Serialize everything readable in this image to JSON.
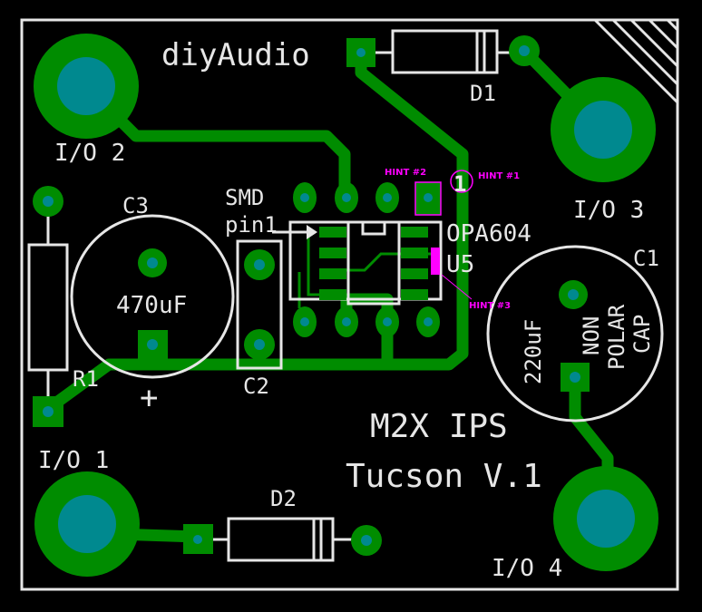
{
  "colors": {
    "background": "#000000",
    "copper": "#008c00",
    "drill": "#00898f",
    "silkscreen": "#e6e6e6",
    "hint": "#ff00ff",
    "outline": "#e6e6e6"
  },
  "labels": {
    "brand": "diyAudio",
    "io1": "I/O 1",
    "io2": "I/O 2",
    "io3": "I/O 3",
    "io4": "I/O 4",
    "d1": "D1",
    "d2": "D2",
    "c1": "C1",
    "c2": "C2",
    "c3": "C3",
    "c3_value": "470uF",
    "c3_plus": "+",
    "r1": "R1",
    "smd_line1": "SMD",
    "smd_line2": "pin1",
    "u5": "U5",
    "u5_part": "OPA604",
    "pin1_marker": "1",
    "c1_value": "220uF",
    "c1_line1": "NON",
    "c1_line2": "POLAR",
    "c1_line3": "CAP",
    "title": "M2X IPS",
    "subtitle": "Tucson V.1"
  },
  "hints": {
    "hint1": "HINT #1",
    "hint2": "HINT #2",
    "hint3": "HINT #3"
  }
}
